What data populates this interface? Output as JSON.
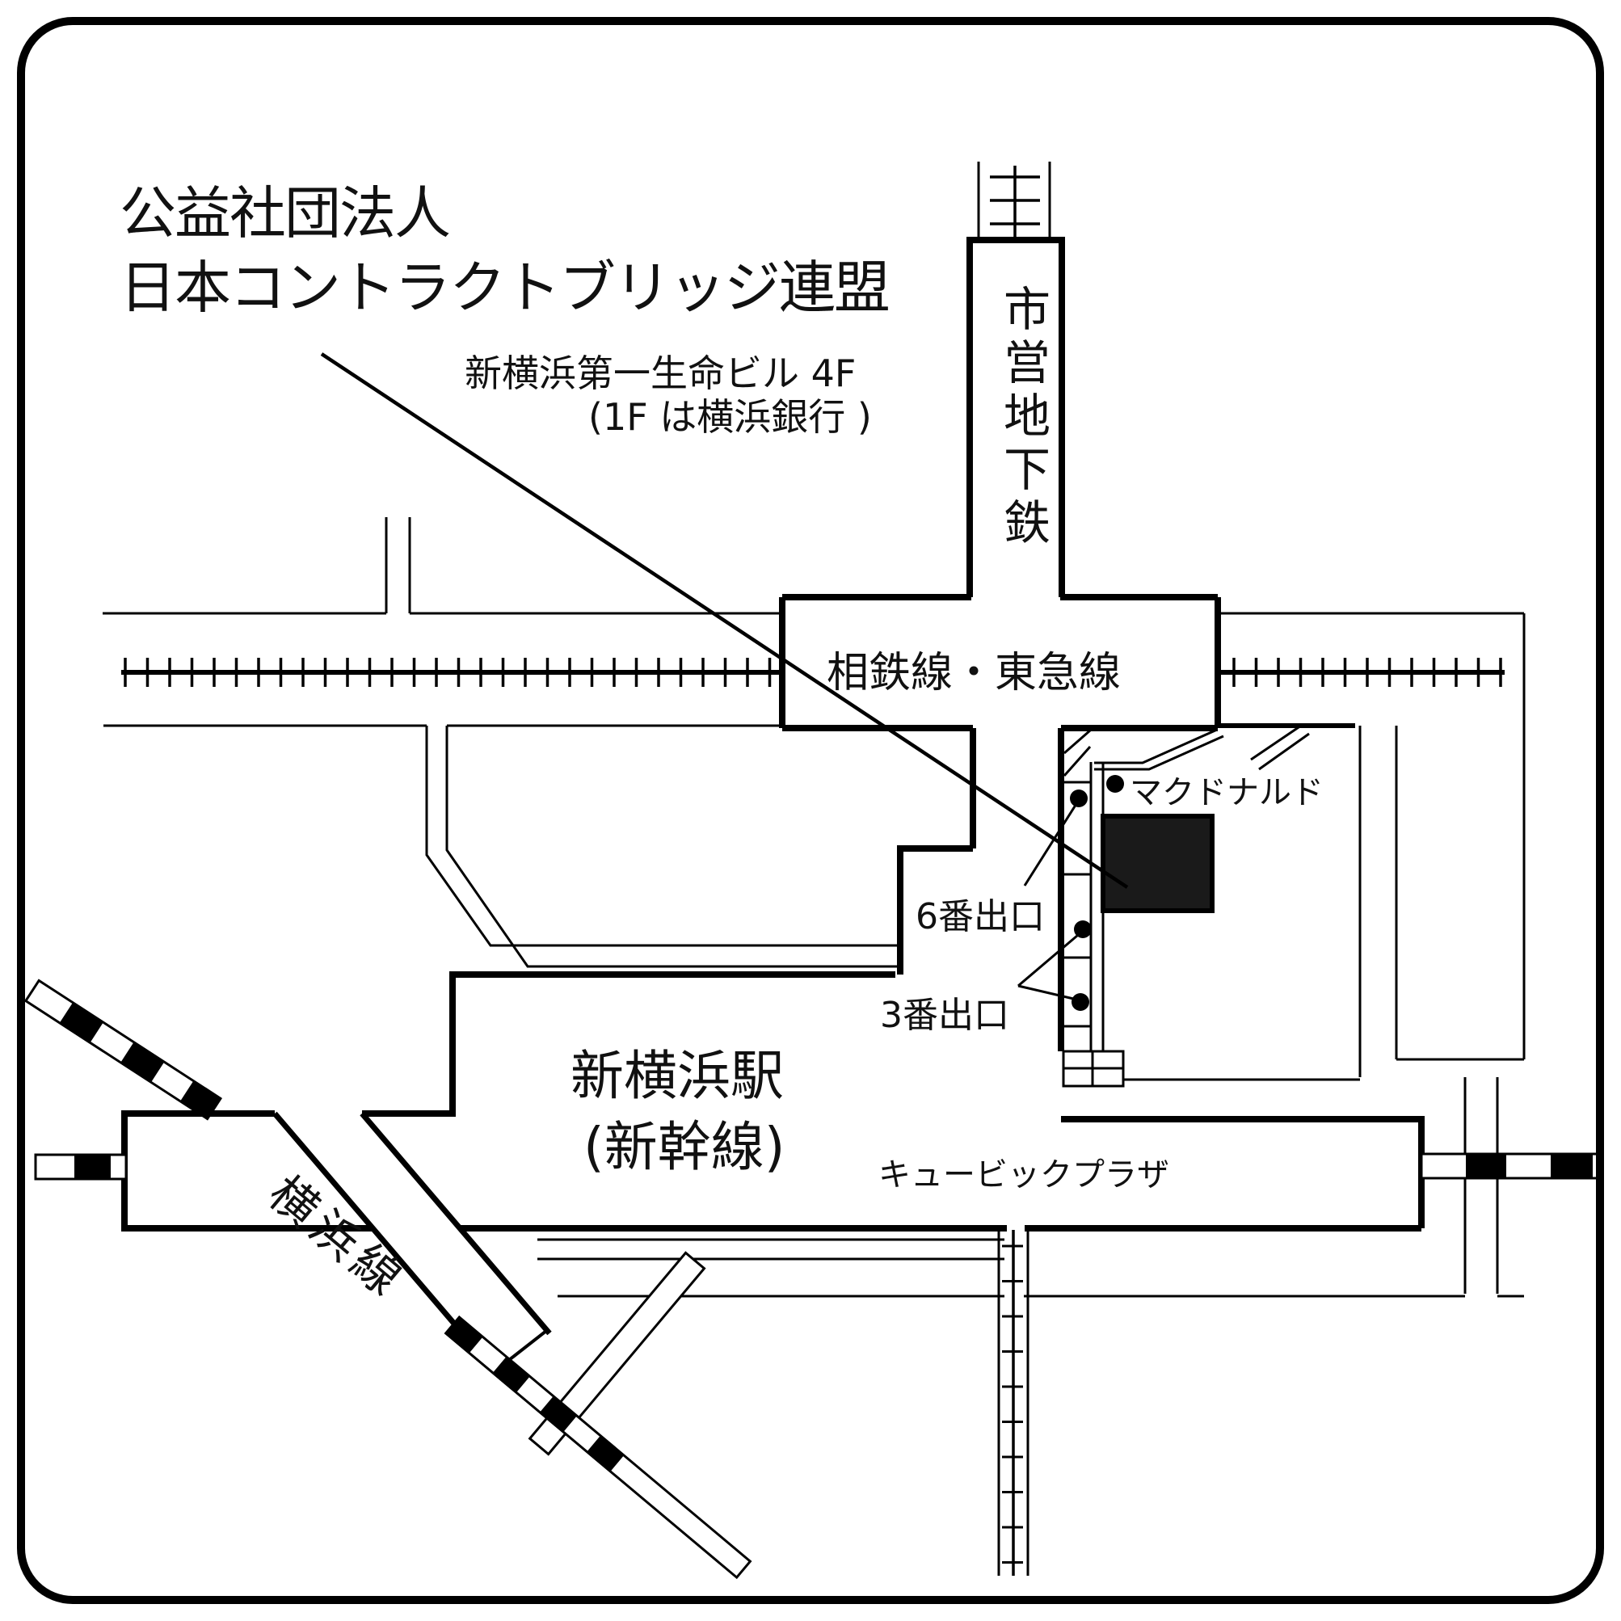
{
  "map": {
    "organization": {
      "line1": "公益社団法人",
      "line2": "日本コントラクトブリッジ連盟"
    },
    "address_note": {
      "line1": "新横浜第一生命ビル 4F",
      "line2": "(1F は横浜銀行 )"
    },
    "stations": {
      "subway": "市営地下鉄",
      "sotetsu_tokyu": "相鉄線・東急線",
      "shin_yokohama_line1": "新横浜駅",
      "shin_yokohama_line2": "(新幹線)",
      "yokohama_line": "横浜線"
    },
    "landmarks": {
      "mcdonalds": "マクドナルド",
      "cubic_plaza": "キュービックプラザ"
    },
    "exits": {
      "exit6": "6番出口",
      "exit3": "3番出口"
    },
    "colors": {
      "line": "#000000",
      "building_fill": "#1a1a1a",
      "background": "#ffffff"
    }
  }
}
